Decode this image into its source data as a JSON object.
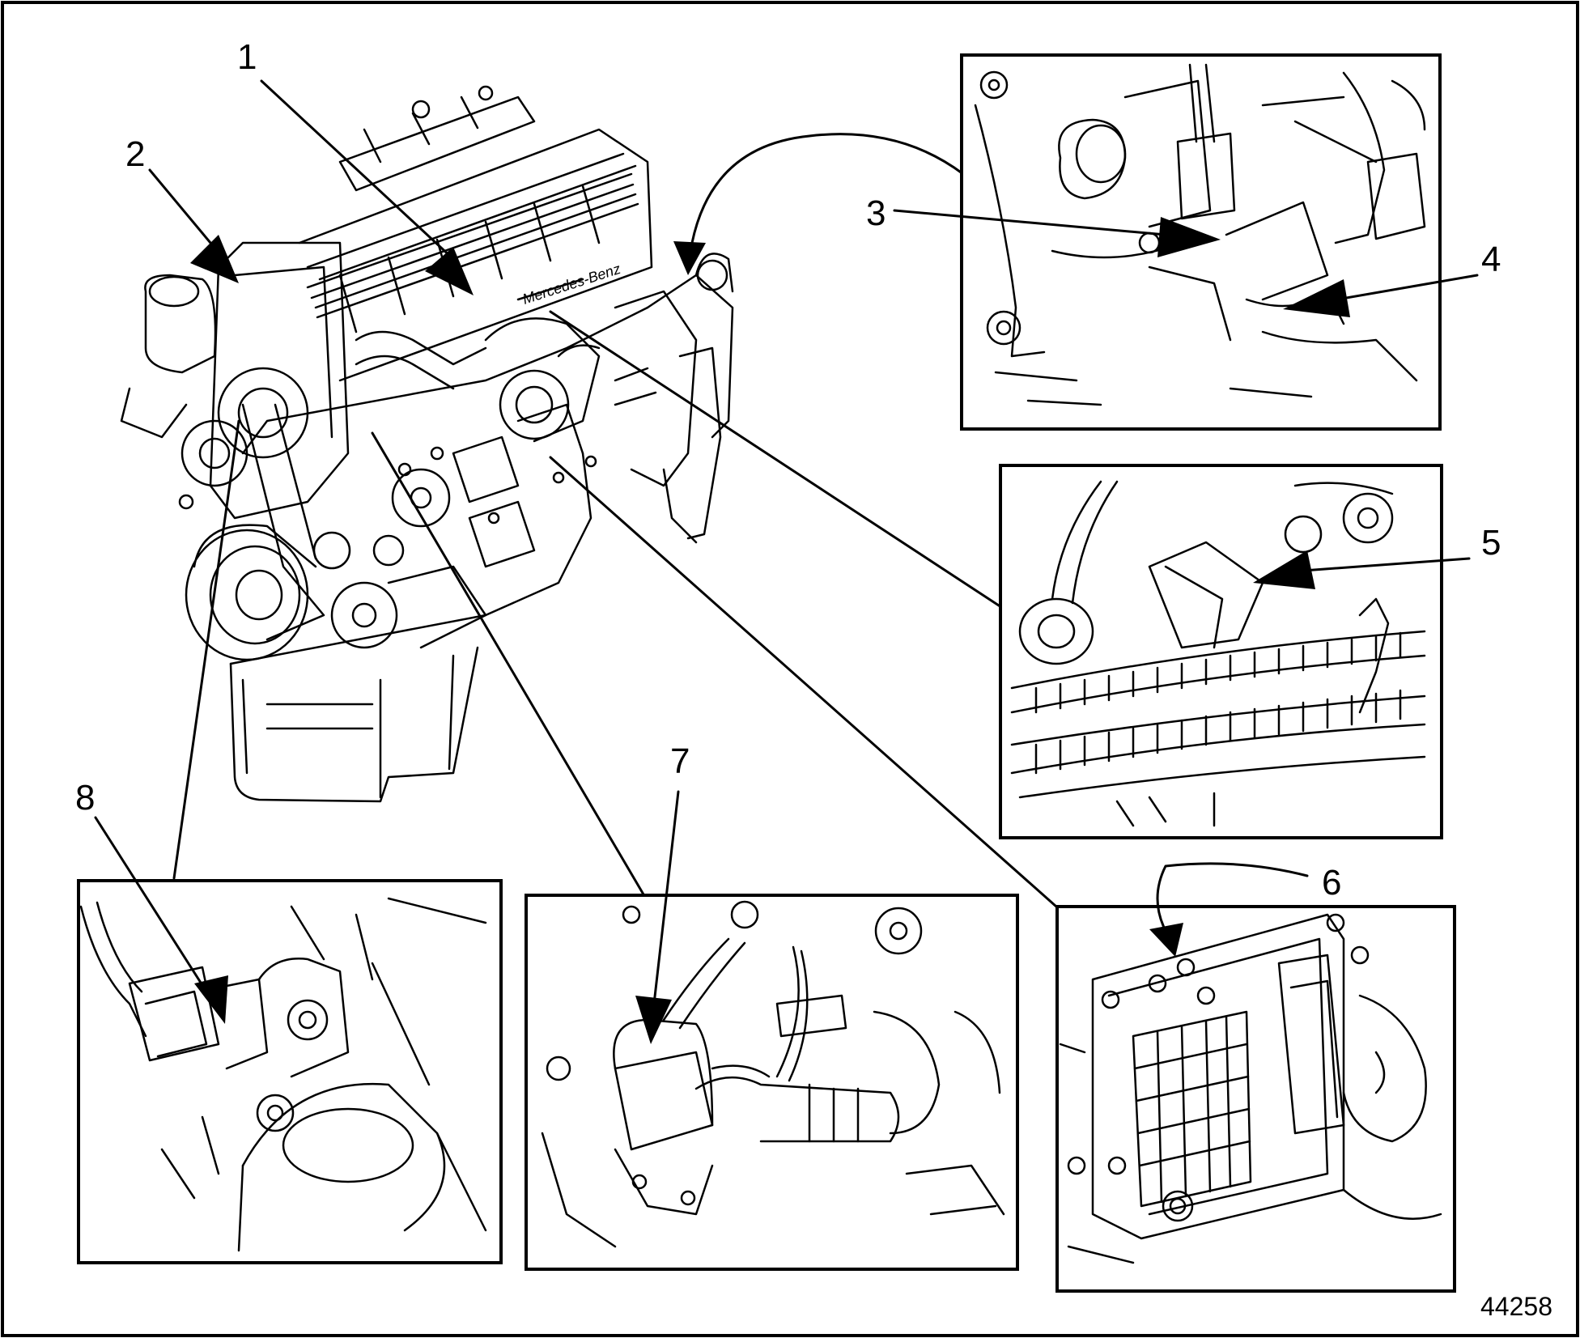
{
  "figure": {
    "figure_number": "44258",
    "callouts": [
      {
        "id": "1",
        "label": "1"
      },
      {
        "id": "2",
        "label": "2"
      },
      {
        "id": "3",
        "label": "3"
      },
      {
        "id": "4",
        "label": "4"
      },
      {
        "id": "5",
        "label": "5"
      },
      {
        "id": "6",
        "label": "6"
      },
      {
        "id": "7",
        "label": "7"
      },
      {
        "id": "8",
        "label": "8"
      }
    ],
    "engine_cover_text": "Mercedes-Benz"
  }
}
